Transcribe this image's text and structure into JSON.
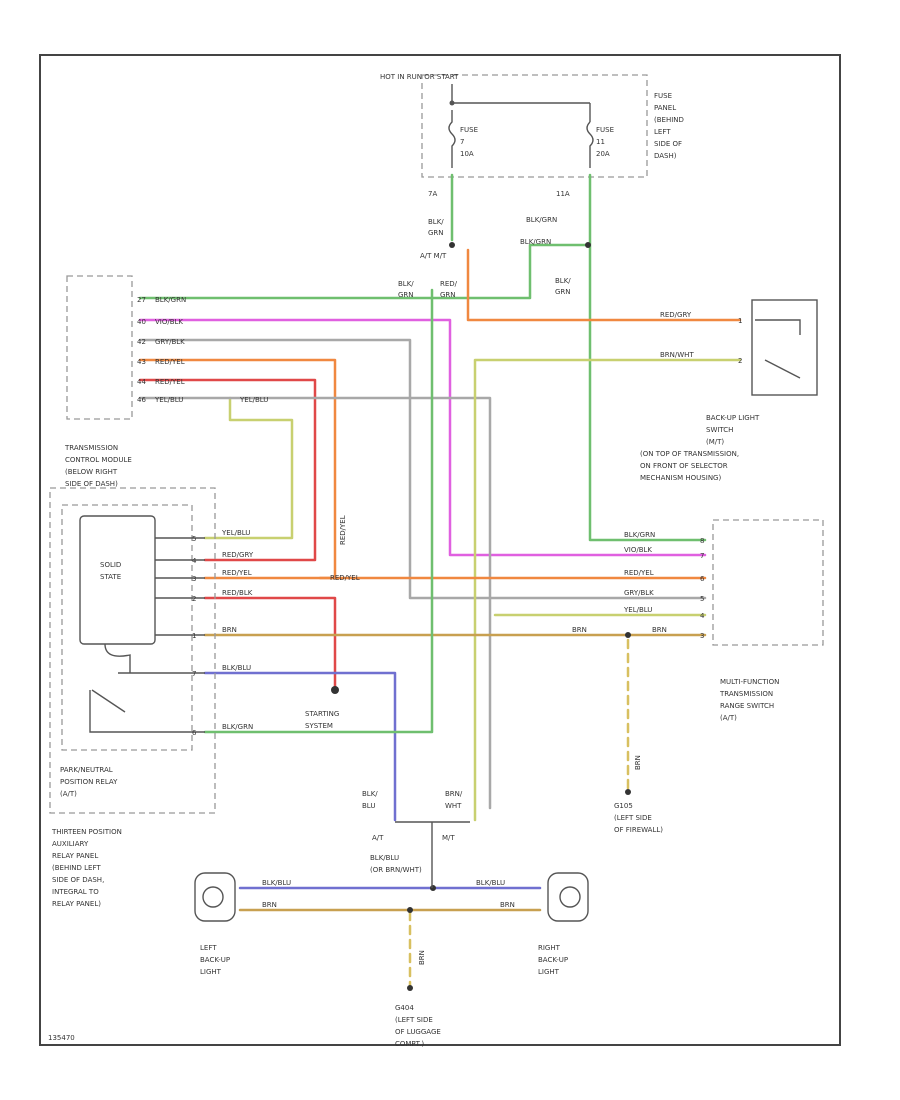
{
  "labels": {
    "hot_in_run": "HOT IN RUN OR START",
    "fuse_panel": [
      "FUSE",
      "PANEL",
      "(BEHIND",
      "LEFT",
      "SIDE OF",
      "DASH)"
    ],
    "fuse_7": [
      "FUSE",
      "7",
      "10A"
    ],
    "fuse_11": [
      "FUSE",
      "11",
      "20A"
    ],
    "pin_7a": "7A",
    "pin_11a": "11A",
    "blk_grn": [
      "BLK/",
      "GRN"
    ],
    "blk_grn_right": "BLK/GRN",
    "blk_grn_right2": "BLK/GRN",
    "blk_grn_right3": [
      "BLK/",
      "GRN"
    ],
    "at_mt": "A/T  M/T",
    "blk_red_grn": [
      "BLK/",
      "GRN"
    ],
    "red_grn": [
      "RED/",
      "GRN"
    ],
    "tcm_pins": [
      {
        "pin": "27",
        "wire": "BLK/GRN"
      },
      {
        "pin": "40",
        "wire": "VIO/BLK"
      },
      {
        "pin": "42",
        "wire": "GRY/BLK"
      },
      {
        "pin": "43",
        "wire": "RED/YEL"
      },
      {
        "pin": "44",
        "wire": "RED/YEL"
      },
      {
        "pin": "46",
        "wire": "YEL/BLU"
      }
    ],
    "yel_blu_tap": "YEL/BLU",
    "tcm_name": [
      "TRANSMISSION",
      "CONTROL MODULE",
      "(BELOW RIGHT",
      "SIDE OF DASH)"
    ],
    "red_yel_vertical": "RED/YEL",
    "solid_state": [
      "SOLID",
      "STATE"
    ],
    "relay_pins": [
      "5",
      "4",
      "3",
      "2",
      "1",
      "7",
      "6"
    ],
    "relay_wires": [
      "YEL/BLU",
      "RED/GRY",
      "RED/YEL",
      "RED/BLK",
      "BRN",
      "BLK/BLU",
      "BLK/GRN"
    ],
    "red_yel_mid": "RED/YEL",
    "brn_right": "BRN",
    "brn_right2": "BRN",
    "starting_system": [
      "STARTING",
      "SYSTEM"
    ],
    "pn_relay": [
      "PARK/NEUTRAL",
      "POSITION RELAY",
      "(A/T)"
    ],
    "aux_panel": [
      "THIRTEEN POSITION",
      "AUXILIARY",
      "RELAY PANEL",
      "(BEHIND LEFT",
      "SIDE OF DASH,",
      "INTEGRAL TO",
      "RELAY PANEL)"
    ],
    "mfs_wires": [
      "BLK/GRN",
      "VIO/BLK",
      "RED/YEL",
      "GRY/BLK",
      "YEL/BLU",
      "BRN"
    ],
    "mfs_pins": [
      "8",
      "7",
      "6",
      "5",
      "4",
      "3"
    ],
    "mfs_name": [
      "MULTI-FUNCTION",
      "TRANSMISSION",
      "RANGE SWITCH",
      "(A/T)"
    ],
    "backup_wires": [
      "RED/GRY",
      "BRN/WHT"
    ],
    "backup_pins": [
      "1",
      "2"
    ],
    "backup_switch": [
      "BACK-UP LIGHT",
      "SWITCH",
      "(M/T)",
      "(ON TOP OF TRANSMISSION,",
      "ON FRONT OF SELECTOR",
      "MECHANISM HOUSING)"
    ],
    "g105": [
      "G105",
      "(LEFT SIDE",
      "OF FIREWALL)"
    ],
    "brn_v": "BRN",
    "blk_blu_bottom": [
      "BLK/",
      "BLU"
    ],
    "brn_wht_bottom": [
      "BRN/",
      "WHT"
    ],
    "at_bottom": "A/T",
    "mt_bottom": "M/T",
    "blk_blu_join": [
      "BLK/BLU",
      "(OR BRN/WHT)"
    ],
    "left_wires": [
      "BLK/BLU",
      "BRN"
    ],
    "right_wires": [
      "BLK/BLU",
      "BRN"
    ],
    "left_backup": [
      "LEFT",
      "BACK-UP",
      "LIGHT"
    ],
    "right_backup": [
      "RIGHT",
      "BACK-UP",
      "LIGHT"
    ],
    "g404": [
      "G404",
      "(LEFT SIDE",
      "OF LUGGAGE",
      "COMPT.)"
    ],
    "brn_bottom_v": "BRN",
    "fig_code": "135470"
  },
  "colors": {
    "green": "#6fbf6f",
    "violet": "#e060e0",
    "gray": "#a8a8a8",
    "orange": "#f08840",
    "red": "#e04848",
    "yellow_green": "#c8d070",
    "brown": "#c8a050",
    "blue": "#7070d0",
    "frame": "#444444"
  }
}
